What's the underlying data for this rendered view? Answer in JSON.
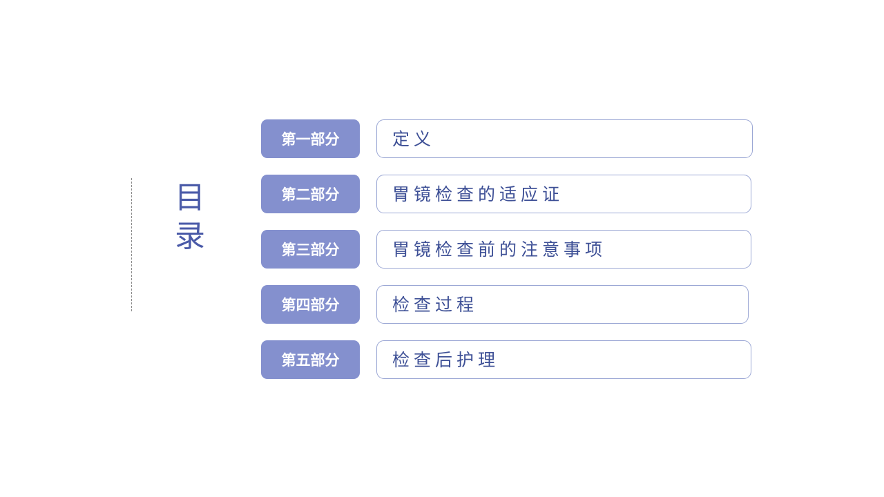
{
  "slide": {
    "background_color": "#ffffff",
    "title": "目\n录",
    "title_color": "#4a5aa8",
    "divider_style": "dashed",
    "divider_color": "#8c8c8c"
  },
  "theme": {
    "badge_background": "#8490ce",
    "badge_text_color": "#ffffff",
    "box_border_color": "#9aa6d4",
    "topic_text_color": "#3e5096"
  },
  "sections": [
    {
      "badge": "第一部分",
      "topic": "定义"
    },
    {
      "badge": "第二部分",
      "topic": "胃镜检查的适应证"
    },
    {
      "badge": "第三部分",
      "topic": "胃镜检查前的注意事项"
    },
    {
      "badge": "第四部分",
      "topic": "检查过程"
    },
    {
      "badge": "第五部分",
      "topic": "检查后护理"
    }
  ]
}
